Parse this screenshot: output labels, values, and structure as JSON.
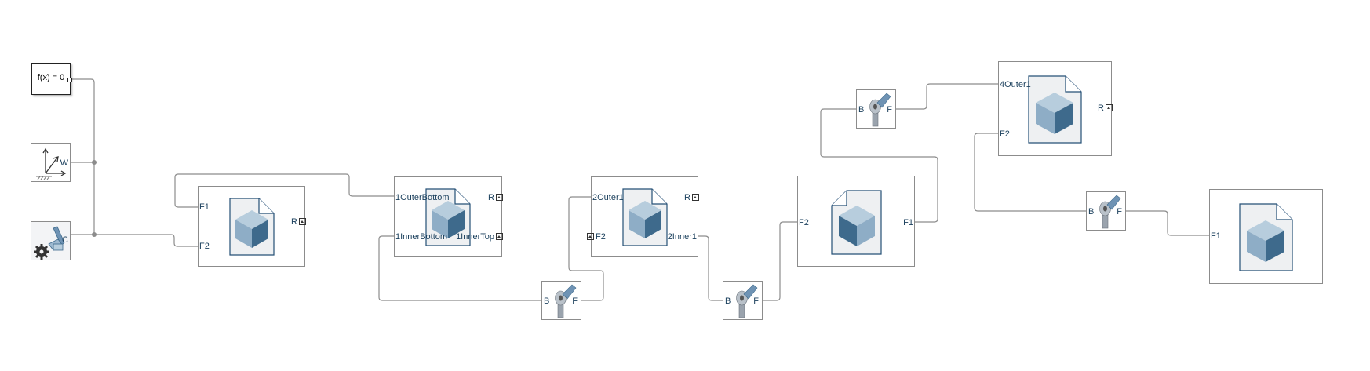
{
  "colors": {
    "line": "#8c8c8c",
    "port_text": "#1a3f5c",
    "cube_top": "#b7cddd",
    "cube_left": "#8eadc6",
    "cube_right": "#3e6a8c",
    "page": "#eef0f2"
  },
  "solver": {
    "label": "f(x) = 0",
    "icon": "solver-configuration"
  },
  "world": {
    "port": "W",
    "icon": "world-frame-axes-icon"
  },
  "mechanism": {
    "port": "C",
    "icon": "mechanism-configuration-robot-gear-icon"
  },
  "solid1": {
    "ports": [
      "F1",
      "F2",
      "R"
    ],
    "icon": "file-solid-cube-icon"
  },
  "solid2": {
    "ports": [
      "1OuterBottom",
      "1InnerBottom",
      "1InnerTop",
      "R"
    ],
    "icon": "file-solid-cube-icon"
  },
  "joint1": {
    "ports": [
      "B",
      "F"
    ],
    "icon": "revolute-joint-icon"
  },
  "solid3": {
    "ports": [
      "2Outer1",
      "F2",
      "2Inner1",
      "R"
    ],
    "icon": "file-solid-cube-icon"
  },
  "joint2": {
    "ports": [
      "B",
      "F"
    ],
    "icon": "revolute-joint-icon"
  },
  "solid4": {
    "ports": [
      "F2",
      "F1"
    ],
    "icon": "file-solid-cube-icon"
  },
  "joint3": {
    "ports": [
      "B",
      "F"
    ],
    "icon": "revolute-joint-icon"
  },
  "solid5": {
    "ports": [
      "4Outer1",
      "F2",
      "R"
    ],
    "icon": "file-solid-cube-icon"
  },
  "joint4": {
    "ports": [
      "B",
      "F"
    ],
    "icon": "revolute-joint-icon"
  },
  "solid6": {
    "ports": [
      "F1"
    ],
    "icon": "file-solid-cube-icon"
  }
}
